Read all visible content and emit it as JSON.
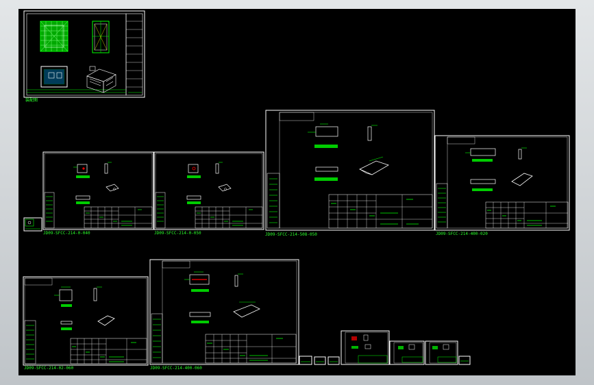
{
  "viewport": {
    "background": "#000000",
    "line_color": "#ffffff",
    "text_color": "#00ff00",
    "highlight_color": "#ff0000"
  },
  "assembly_label": "装配图",
  "sheets": [
    {
      "id": "s1",
      "label": "JD09-SFCC-214-0-040"
    },
    {
      "id": "s2",
      "label": "JD09-SFCC-214-0-050"
    },
    {
      "id": "s3",
      "label": "JD09-SFCC-214-508-050"
    },
    {
      "id": "s4",
      "label": "JD09-SFCC-214-400-020"
    },
    {
      "id": "s5",
      "label": "JD09-SFCC-214-02-060"
    },
    {
      "id": "s6",
      "label": "JD09-SFCC-214-400-060"
    }
  ]
}
